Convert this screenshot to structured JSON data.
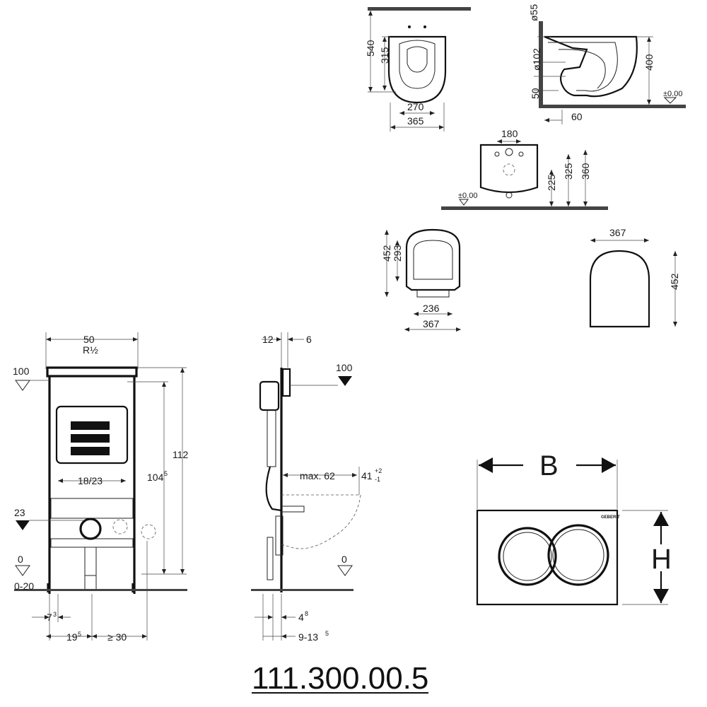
{
  "product_code": "111.300.00.5",
  "toilet_top_view": {
    "depth_total": "540",
    "depth_hole": "315",
    "width_inner": "270",
    "width_total": "365"
  },
  "toilet_side_view": {
    "diam_top": "ø55",
    "diam_outlet": "ø102",
    "height": "400",
    "offset": "50",
    "spacing": "60",
    "level": "±0.00"
  },
  "toilet_rear_view": {
    "bolt_spacing": "180",
    "height_a": "225",
    "height_b": "325",
    "height_c": "360",
    "level": "±0.00"
  },
  "seat_open_view": {
    "length": "452",
    "inner_length": "293",
    "inner_width": "236",
    "width": "367"
  },
  "seat_lid_view": {
    "width": "367",
    "length": "452"
  },
  "frame_front_view": {
    "width": "50",
    "water_conn": "R½",
    "height_total": "112",
    "height_main": "104",
    "height_main_sup": "5",
    "level_100": "100",
    "level_23": "23",
    "level_0": "0",
    "range": "0-20",
    "pipe_spacing": "18/23",
    "dim_7": "7",
    "dim_7_sup": "3",
    "dim_19": "19",
    "dim_19_sup": "5",
    "dim_30": "≥ 30"
  },
  "frame_side_view": {
    "dim_12": "12",
    "dim_6": "6",
    "level_100": "100",
    "max_62": "max. 62",
    "dim_41": "41",
    "tol_plus": "+2",
    "tol_minus": "-1",
    "level_0": "0",
    "dim_4": "4",
    "dim_4_sup": "8",
    "dim_9_13": "9-13",
    "dim_9_13_sup": "5"
  },
  "flush_plate": {
    "label_b": "B",
    "label_h": "H",
    "brand": "GEBERIT"
  }
}
